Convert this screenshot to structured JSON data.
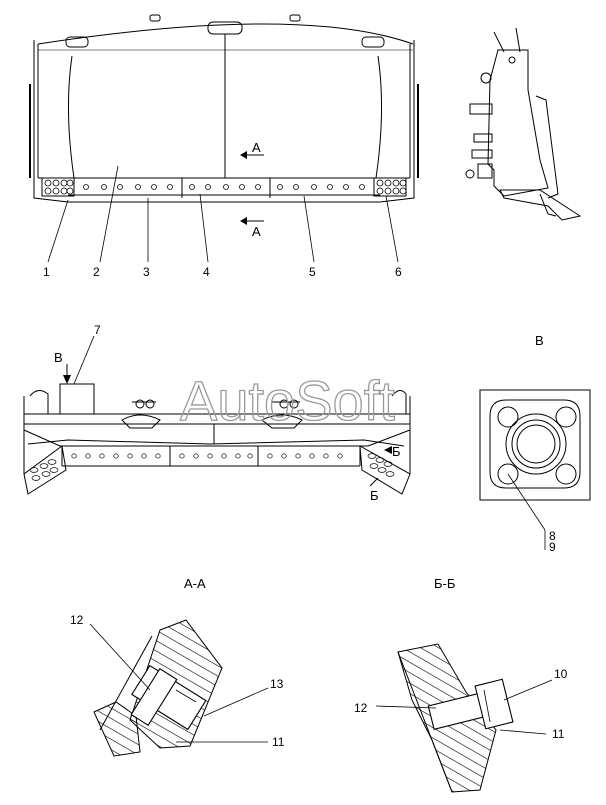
{
  "callouts_top": [
    "1",
    "2",
    "3",
    "4",
    "5",
    "6"
  ],
  "callout_view7": "7",
  "callouts_view_b": [
    "8",
    "9"
  ],
  "section_marker_a": "А",
  "view_marker_b": "В",
  "section_marker_bb": "Б",
  "view_b_title": "В",
  "section_aa_title": "А-А",
  "section_bb_title": "Б-Б",
  "section_aa_callouts": [
    "12",
    "13",
    "11"
  ],
  "section_bb_callouts": [
    "10",
    "12",
    "11"
  ],
  "watermark": "AutoSoft"
}
